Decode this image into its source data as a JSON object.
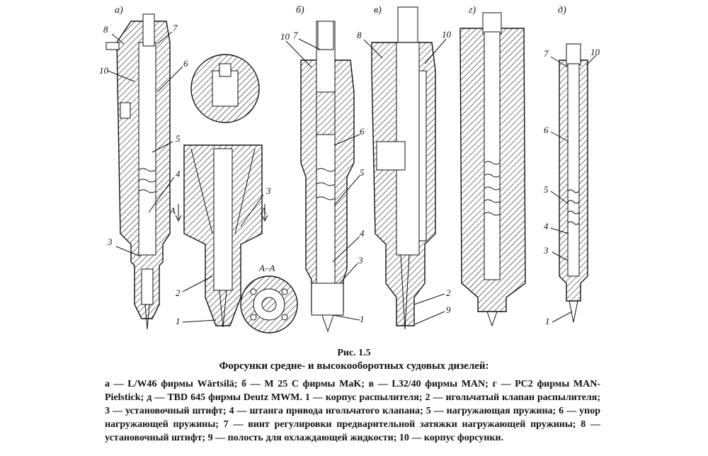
{
  "panels": [
    "а)",
    "б)",
    "в)",
    "г)",
    "д)"
  ],
  "section_label": "А–А",
  "section_arrow_label": "А",
  "callouts": {
    "a": [
      "8",
      "7",
      "10",
      "6",
      "5",
      "4",
      "3"
    ],
    "detail": [
      "3",
      "2",
      "1"
    ],
    "b": [
      "10",
      "7",
      "6",
      "5",
      "4",
      "3",
      "1"
    ],
    "v": [
      "8",
      "10",
      "2",
      "9"
    ],
    "d": [
      "7",
      "10",
      "6",
      "5",
      "4",
      "3",
      "1"
    ]
  },
  "caption": {
    "number": "Рис. 1.5",
    "title": "Форсунки средне- и высокооборотных судовых дизелей:",
    "legend": "а — L/W46 фирмы Wärtsilä; б — М 25 С фирмы MaK; в — L32/40 фирмы MAN; г — PC2 фирмы MAN-Pielstick; д — TBD 645 фирмы Deutz MWM. 1 — корпус распылителя; 2 — игольчатый клапан распылителя; 3 — установочный штифт; 4 — штанга привода игольчатого клапана; 5 — нагружающая пружина; 6 — упор нагружающей пружины; 7 — винт регулировки предварительной затяжки нагружающей пружины; 8 — установочный штифт; 9 — полость для охлаждающей жидкости; 10 — корпус форсунки."
  }
}
